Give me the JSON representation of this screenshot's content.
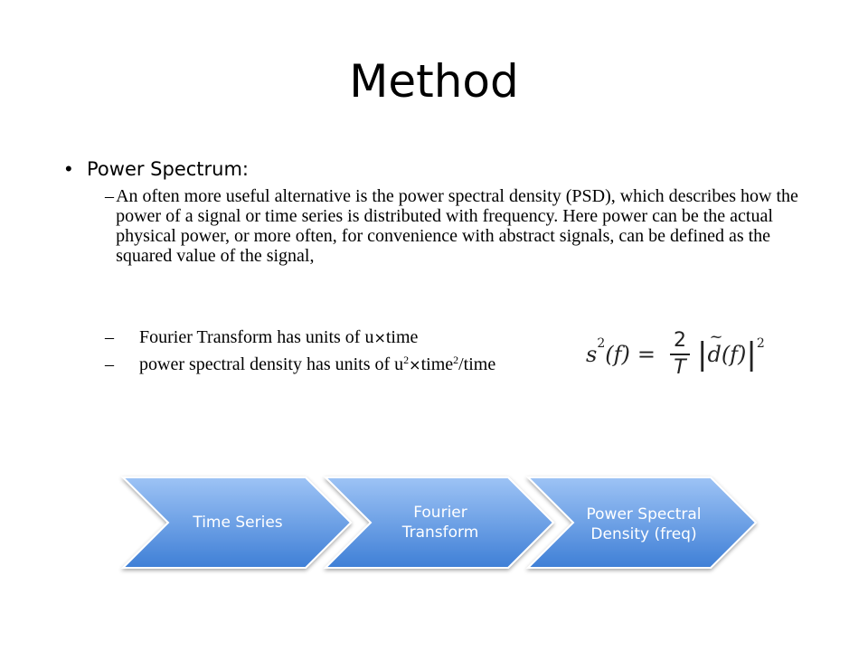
{
  "slide": {
    "title": "Method",
    "bullet": {
      "marker": "•",
      "text": "Power Spectrum:"
    },
    "subpoints": [
      {
        "dash": "–",
        "text": "An often more useful alternative is the power spectral density (PSD), which describes how the power of a signal or time series is distributed with frequency. Here power can be the actual physical power, or more often, for convenience with abstract signals, can be defined as the squared value of the signal,"
      },
      {
        "dash": "–",
        "prefix": "Fourier Transform has units of u",
        "times": "×",
        "suffix": "time"
      },
      {
        "dash": "–",
        "prefix": "power spectral density has units of u",
        "sup1": "2",
        "times": "×",
        "mid": "time",
        "sup2": "2",
        "suffix": "/time"
      }
    ],
    "formula": {
      "lhs": "s",
      "lhs_exp": "2",
      "arg": "(f)",
      "eq": "=",
      "num": "2",
      "den": "T",
      "func": "d",
      "func_arg": "(f)",
      "exp": "2"
    },
    "flow": [
      {
        "label": "Time Series"
      },
      {
        "label": "Fourier Transform"
      },
      {
        "label": "Power Spectral Density (freq)"
      }
    ],
    "colors": {
      "chevron_top": "#9dc3f5",
      "chevron_bottom": "#3f7fd6",
      "chevron_border": "#ffffff"
    }
  }
}
